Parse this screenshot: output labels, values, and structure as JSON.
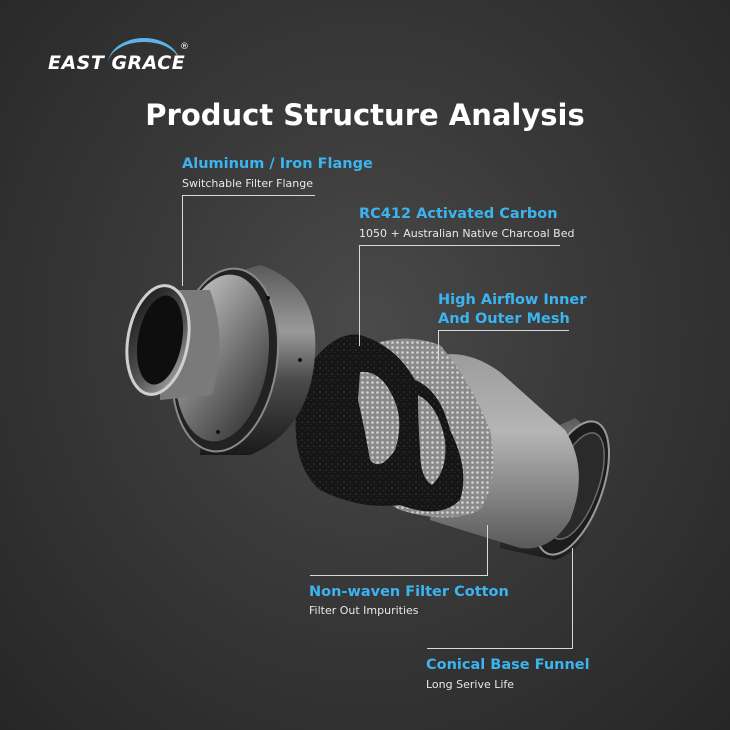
{
  "brand": {
    "name": "EAST GRACE",
    "registered": "®"
  },
  "title": "Product Structure Analysis",
  "colors": {
    "accent": "#3cb4f0",
    "logo_arc": "#5fb3e8",
    "background": "#3a3a3a"
  },
  "labels": {
    "flange": {
      "title": "Aluminum / Iron Flange",
      "subtitle": "Switchable Filter Flange"
    },
    "carbon": {
      "title": "RC412 Activated Carbon",
      "subtitle": "1050 + Australian Native Charcoal Bed"
    },
    "mesh": {
      "title_line1": "High Airflow Inner",
      "title_line2": "And Outer Mesh"
    },
    "cotton": {
      "title": "Non-waven Filter Cotton",
      "subtitle": "Filter Out Impurities"
    },
    "funnel": {
      "title": "Conical Base Funnel",
      "subtitle": "Long Serive Life"
    }
  }
}
